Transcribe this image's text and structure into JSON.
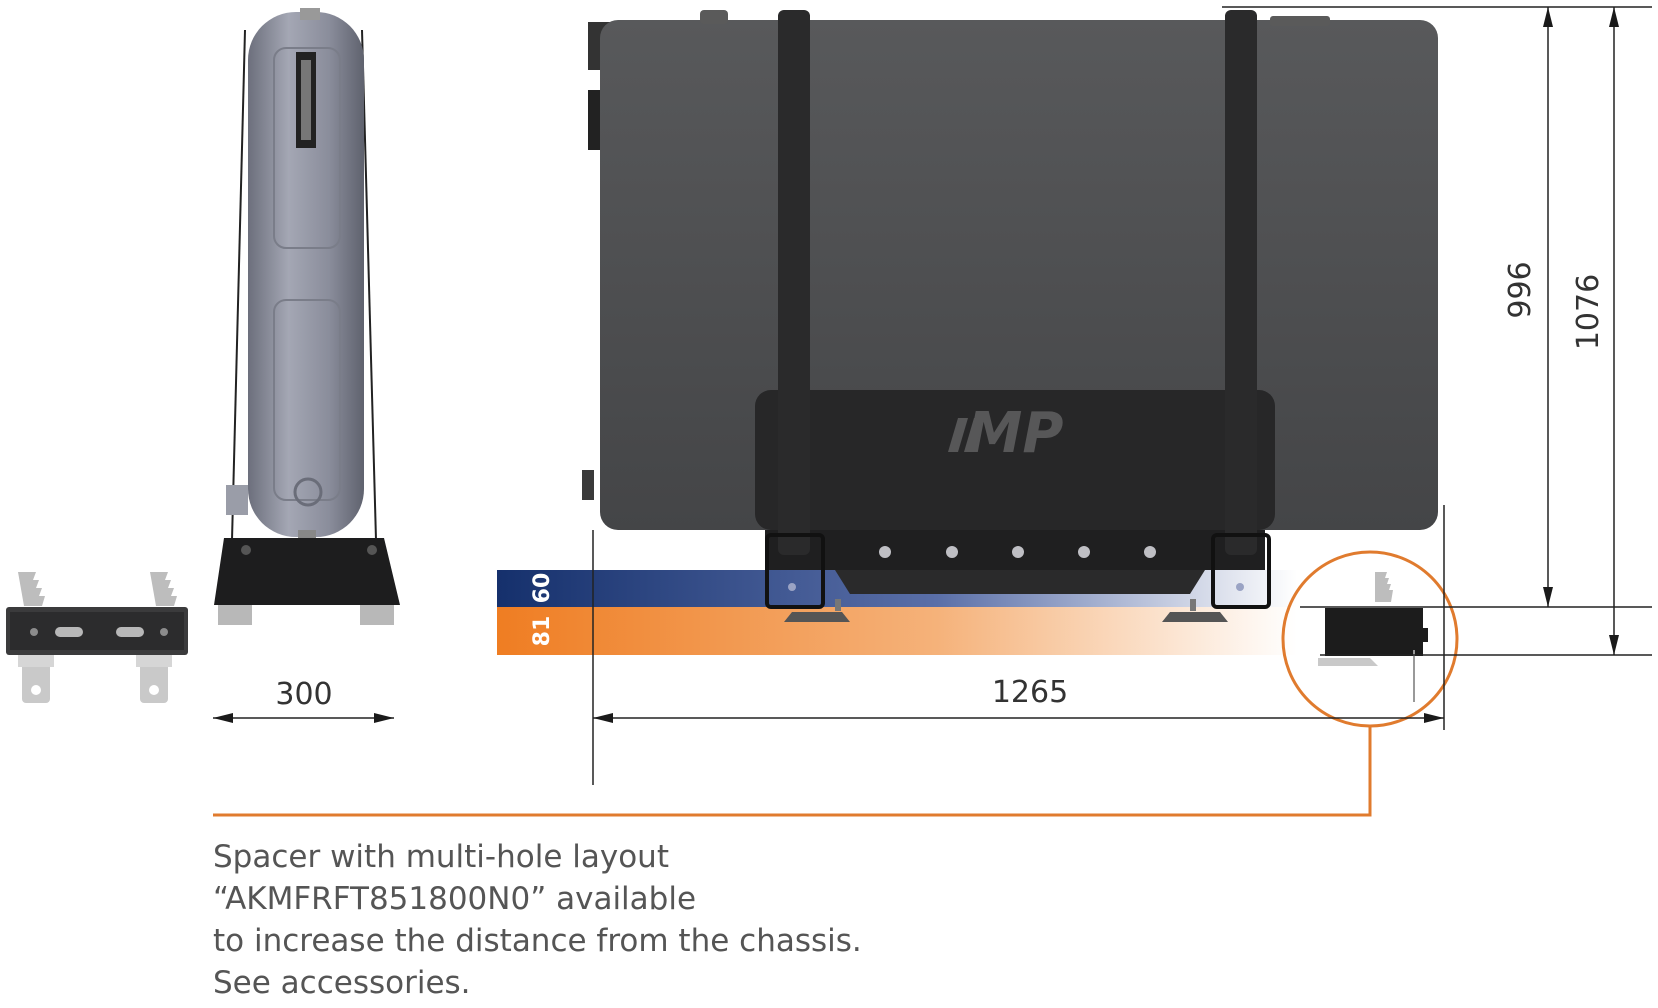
{
  "dimensions": {
    "side_width": "300",
    "length": "1265",
    "height_tank": "996",
    "height_total": "1076",
    "band_blue": "60",
    "band_orange": "81"
  },
  "logo_text": "MP",
  "caption": {
    "line1": "Spacer with multi-hole layout",
    "line2": "“AKMFRFT851800N0” available",
    "line3": "to increase the distance from the chassis.",
    "line4": "See accessories."
  },
  "colors": {
    "tank_body": "#4a4b4d",
    "strap": "#2a2a2b",
    "side_tank": "#8f92a0",
    "blue_band": "#1d3a7a",
    "orange_band": "#ef7d22",
    "callout": "#e07b2e",
    "dimension_line": "#222222"
  },
  "icons": [
    "bracket-icon",
    "callout-circle-icon",
    "mp-logo-icon"
  ]
}
